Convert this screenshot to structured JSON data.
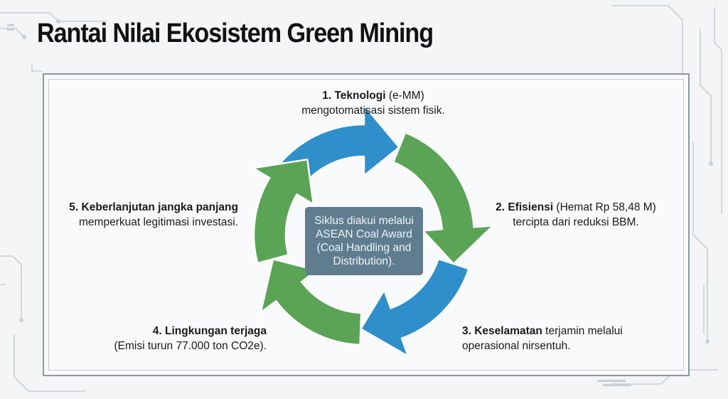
{
  "header": {
    "title": "Rantai Nilai Ekosistem Green Mining"
  },
  "diagram": {
    "center_text": "Siklus diakui melalui ASEAN Coal Award (Coal Handling and Distribution).",
    "steps": [
      {
        "bold": "1. Teknologi",
        "rest": " (e-MM)",
        "line2": "mengotomatisasi sistem fisik."
      },
      {
        "bold": "2. Efisiensi",
        "rest": " (Hemat Rp 58,48 M)",
        "line2": "tercipta dari reduksi BBM."
      },
      {
        "bold": "3. Keselamatan",
        "rest": " terjamin melalui",
        "line2": "operasional nirsentuh."
      },
      {
        "bold": "4. Lingkungan terjaga",
        "rest": "",
        "line2": "(Emisi turun 77.000 ton CO2e)."
      },
      {
        "bold": "5. Keberlanjutan jangka panjang",
        "rest": "",
        "line2": "memperkuat legitimasi investasi."
      }
    ]
  },
  "colors": {
    "green": "#5ba456",
    "blue": "#2f8fcb",
    "center_box": "#5f7d8f",
    "background": "#f3f5f6"
  }
}
